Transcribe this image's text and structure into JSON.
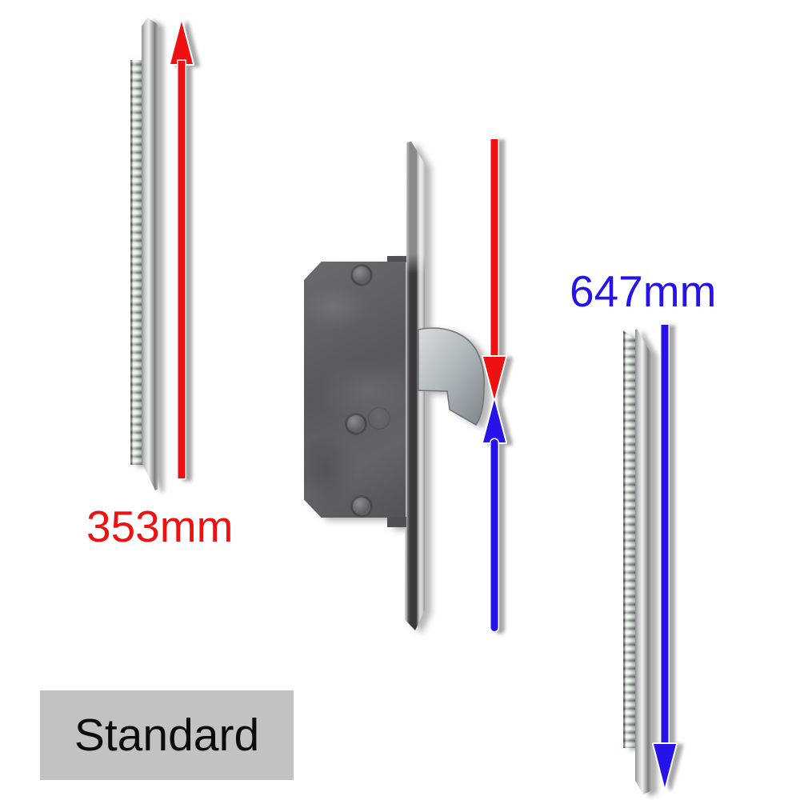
{
  "background": "#ffffff",
  "annotations": {
    "measurement_top": {
      "label": "353mm",
      "color": "#ee1111",
      "refers_to": "left extension strip"
    },
    "measurement_bottom": {
      "label": "647mm",
      "color": "#2513ea",
      "refers_to": "right extension strip"
    },
    "variant": {
      "label": "Standard",
      "text_color": "#0c0c0c",
      "background": "#c2c2c2"
    }
  },
  "arrows": [
    {
      "name": "red-arrow-up-left",
      "color": "#ee1111",
      "direction": "up"
    },
    {
      "name": "red-arrow-down-center",
      "color": "#ee1111",
      "direction": "down"
    },
    {
      "name": "blue-arrow-up-center",
      "color": "#2513ea",
      "direction": "up"
    },
    {
      "name": "blue-arrow-down-right",
      "color": "#2513ea",
      "direction": "down"
    }
  ],
  "objects": [
    {
      "name": "extension-strip-left"
    },
    {
      "name": "lock-gearbox-with-hook-bolt"
    },
    {
      "name": "extension-strip-right"
    }
  ]
}
